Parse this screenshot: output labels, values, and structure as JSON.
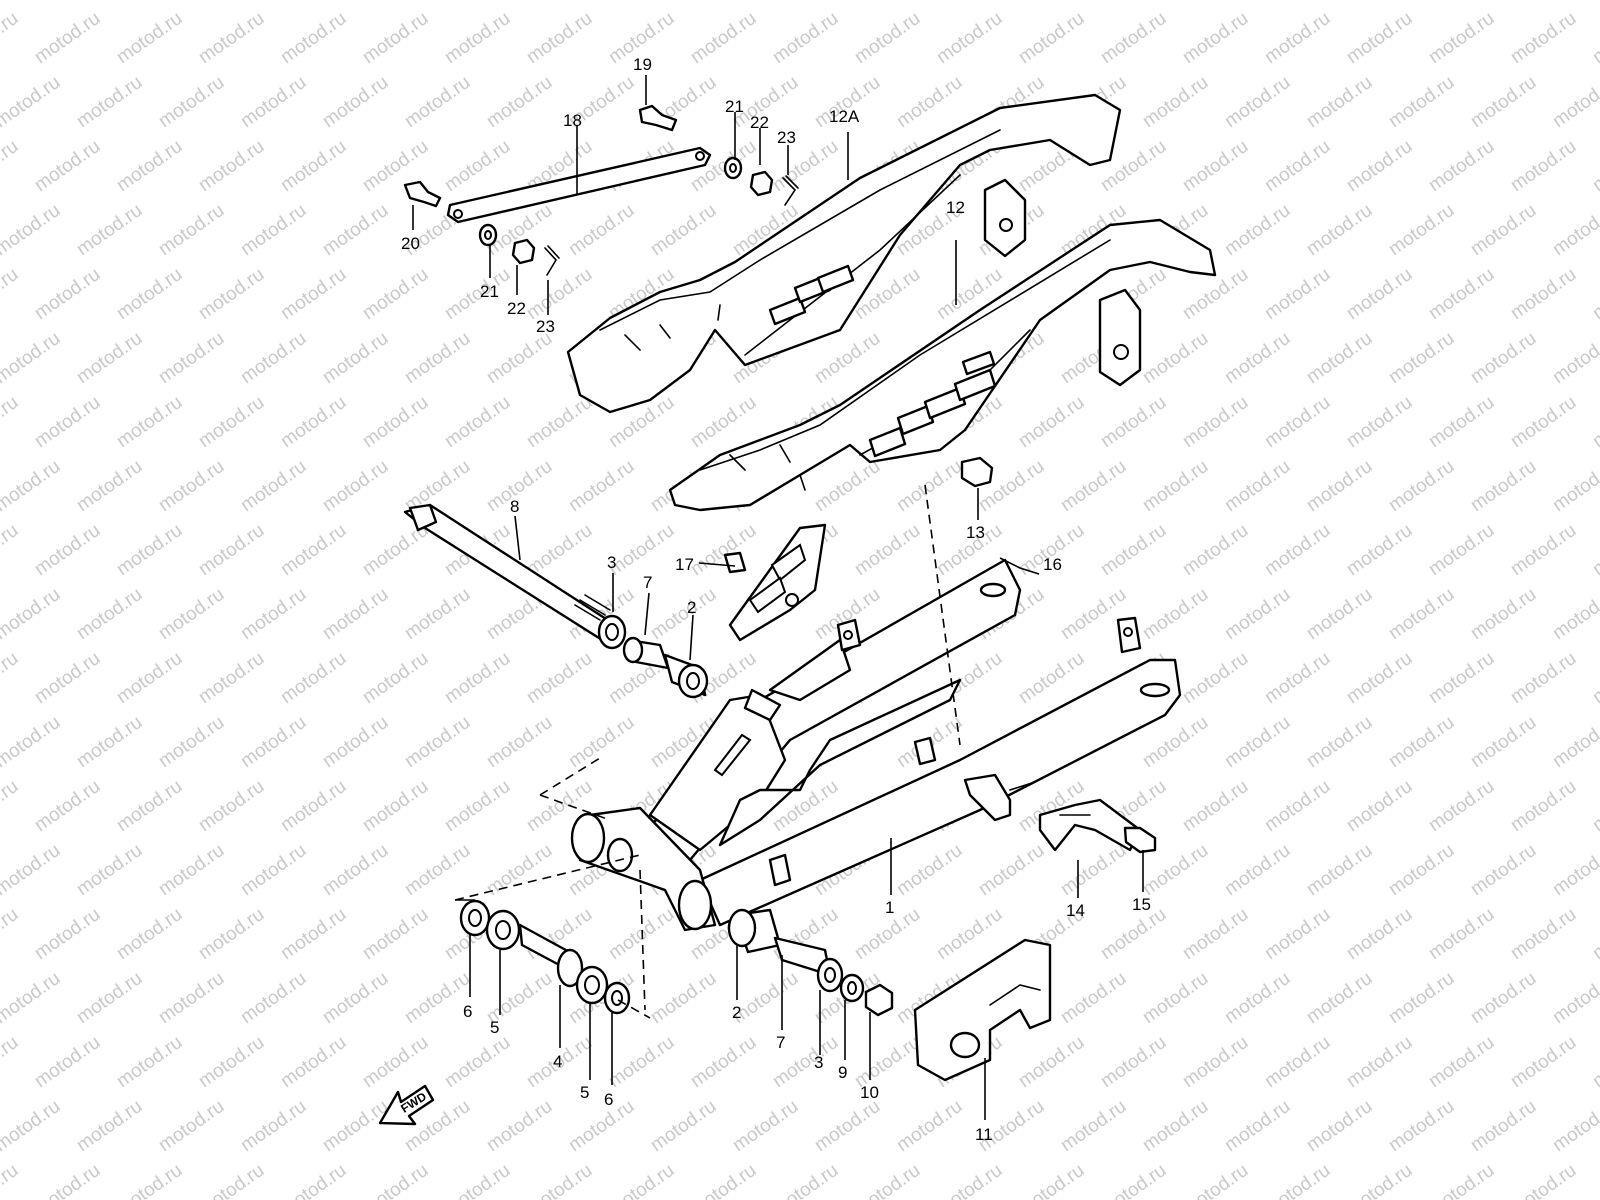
{
  "watermark": {
    "text": "motod.ru",
    "color": "#c9c9c9"
  },
  "fwd": {
    "label": "FWD"
  },
  "callouts": {
    "c1": "1",
    "c2a": "2",
    "c2b": "2",
    "c3a": "3",
    "c3b": "3",
    "c4": "4",
    "c5a": "5",
    "c5b": "5",
    "c6a": "6",
    "c6b": "6",
    "c7a": "7",
    "c7b": "7",
    "c8": "8",
    "c9": "9",
    "c10": "10",
    "c11": "11",
    "c12": "12",
    "c12a": "12A",
    "c13": "13",
    "c14": "14",
    "c15": "15",
    "c16": "16",
    "c17": "17",
    "c18": "18",
    "c19": "19",
    "c20": "20",
    "c21a": "21",
    "c21b": "21",
    "c22a": "22",
    "c22b": "22",
    "c23a": "23",
    "c23b": "23"
  }
}
